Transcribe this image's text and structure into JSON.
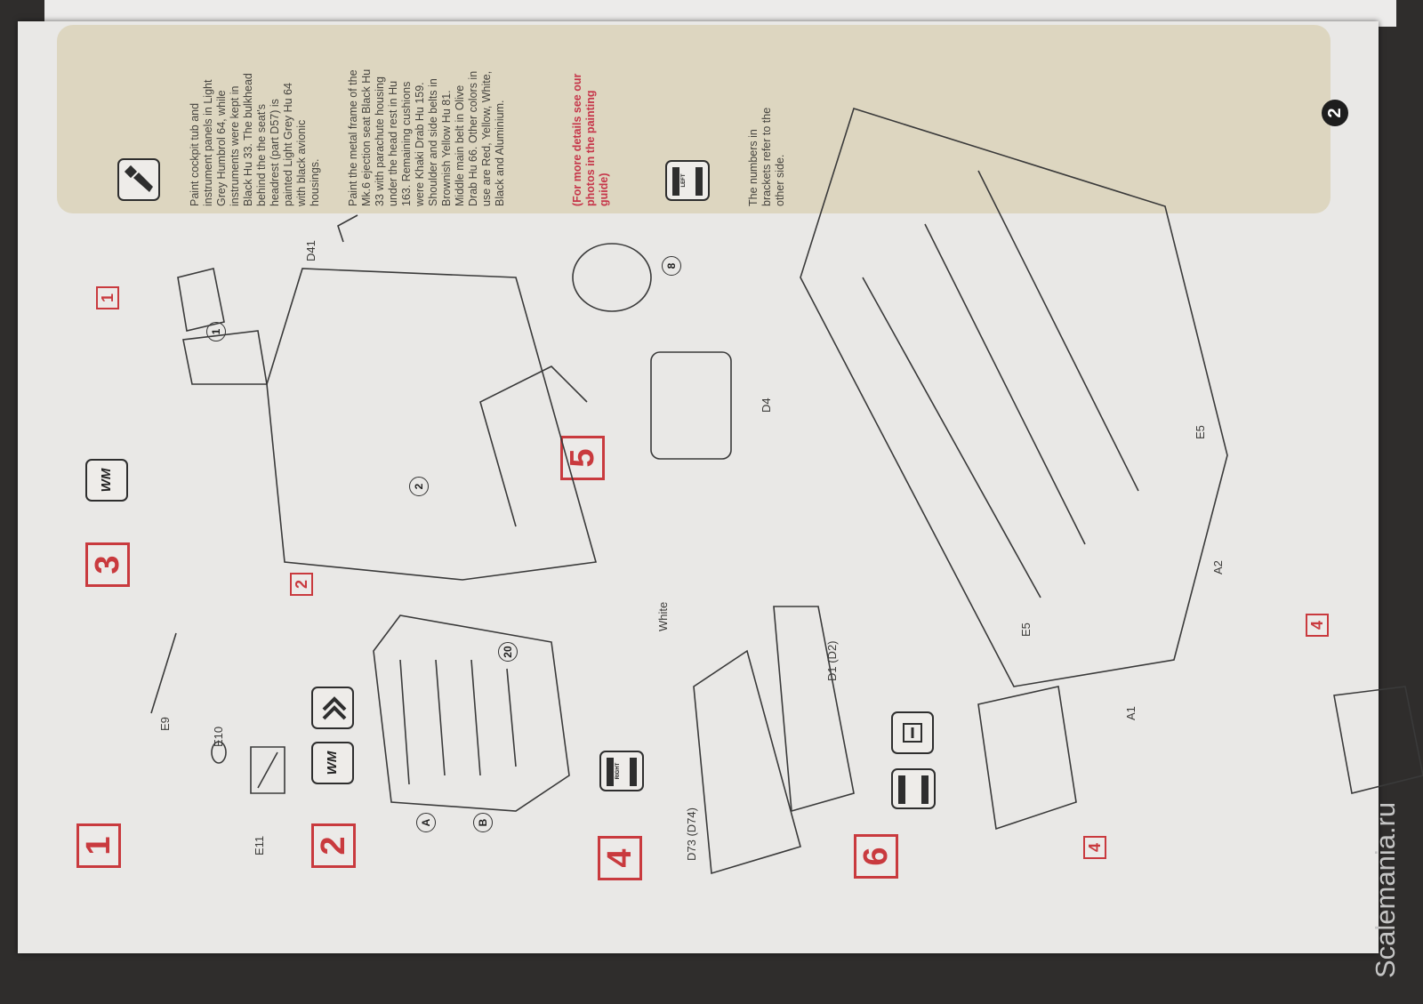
{
  "sheet": {
    "page_number": "2",
    "tips": {
      "cockpit_paint": "Paint cockpit tub and instrument panels in Light Grey Humbrol 64, while instruments were kept in Black Hu 33. The bulkhead behind the the seat's headrest (part D57) is painted Light Grey Hu 64 with black avionic housings.",
      "seat_paint": "Paint the metal frame of the Mk.6 ejection seat Black Hu 33 with parachute housing under the head rest in Hu 163. Remaining cushions were Khaki Drab Hu 159. Shoulder and side belts in Brownish Yellow Hu 81. Middle main belt in Olive Drab Hu 66. Other colors in use are Red, Yellow, White, Black and Aluminium.",
      "photo_note": "(For more details see our photos in the painting guide)",
      "brackets_note": "The numbers in brackets refer to the other side."
    },
    "icons": {
      "paint": "paint-brush-icon",
      "left_right": "left-right-icon",
      "wm": "WM",
      "glue": "glue-icon",
      "weight": "nose-weight-icon"
    },
    "steps": {
      "s1": "1",
      "s2": "2",
      "s3": "3",
      "s4": "4",
      "s5": "5",
      "s6": "6",
      "sub4a": "4",
      "sub4b": "4",
      "sub1": "1",
      "sub2": "2"
    },
    "circles": {
      "c1": "1",
      "c2": "2",
      "c8": "8",
      "c20": "20",
      "cA": "A",
      "cB": "B"
    },
    "labels": {
      "E9": "E9",
      "E10": "E10",
      "E11": "E11",
      "D41": "D41",
      "D4": "D4",
      "D73": "D73 (D74)",
      "D1": "D1 (D2)",
      "white": "White",
      "A1": "A1",
      "A2": "A2",
      "E5a": "E5",
      "E5b": "E5",
      "left": "LEFT",
      "amp": "&",
      "right": "RIGHT"
    }
  },
  "watermark": "Scalemania.ru"
}
